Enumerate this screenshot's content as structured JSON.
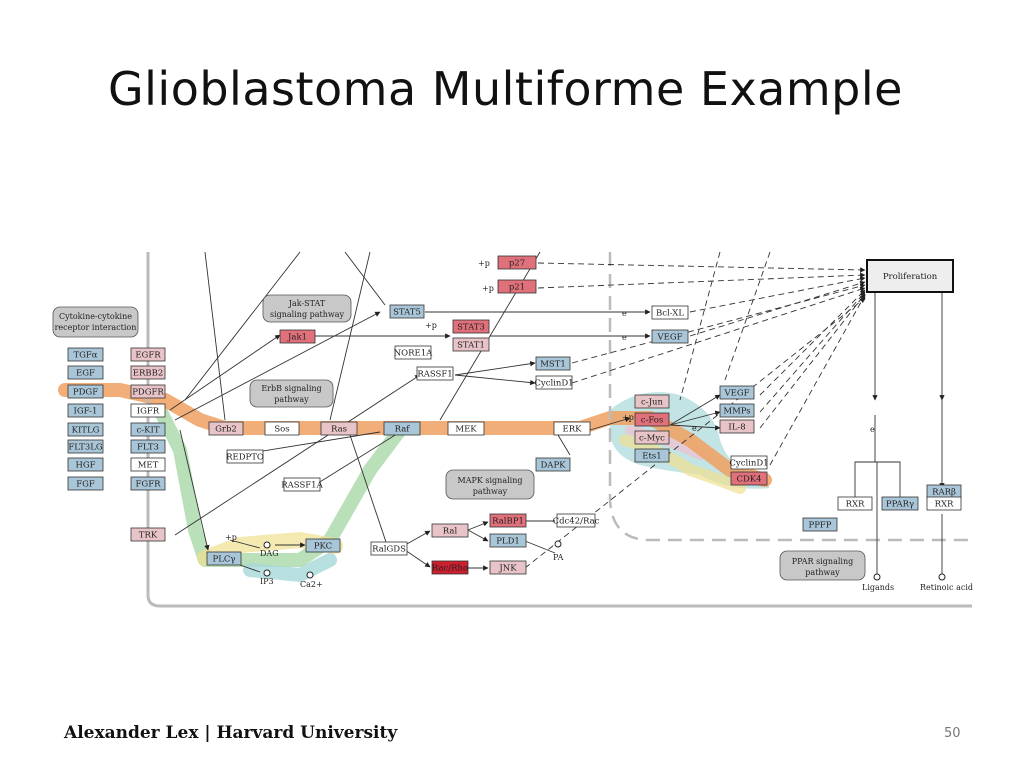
{
  "slide": {
    "title": "Glioblastoma Multiforme Example",
    "footer": "Alexander Lex  |  Harvard University",
    "page_number": "50"
  },
  "colors": {
    "gene_blue": "#a9c6d8",
    "gene_pink": "#e8c4c8",
    "gene_red": "#e0707a",
    "gene_darkred": "#cc2030",
    "gene_white": "#ffffff",
    "pathway_gray": "#c8c8c8",
    "highlight_orange": "#f0a060",
    "highlight_green": "#a8d8a8",
    "highlight_yellow": "#f0e090",
    "highlight_teal": "#a8d8d8",
    "highlight_pink": "#f0c0d0"
  },
  "pathways": {
    "cytokine": "Cytokine-cytokine receptor interaction",
    "jakstat": "Jak-STAT signaling pathway",
    "erbb": "ErbB signaling pathway",
    "mapk": "MAPK signaling pathway",
    "ppar": "PPAR signaling pathway"
  },
  "outcome": "Proliferation",
  "genes": {
    "TGFa": "TGFα",
    "EGF": "EGF",
    "PDGF": "PDGF",
    "IGF1": "IGF-1",
    "KITLG": "KITLG",
    "FLT3LG": "FLT3LG",
    "HGF": "HGF",
    "FGF": "FGF",
    "EGFR": "EGFR",
    "ERBB2": "ERBB2",
    "PDGFR": "PDGFR",
    "IGFR": "IGFR",
    "cKIT": "c-KIT",
    "FLT3": "FLT3",
    "MET": "MET",
    "FGFR": "FGFR",
    "TRK": "TRK",
    "Jak1": "Jak1",
    "STAT5": "STAT5",
    "STAT3": "STAT3",
    "STAT1": "STAT1",
    "NORE1A": "NORE1A",
    "RASSF1": "RASSF1",
    "MST1": "MST1",
    "CyclinD1a": "CyclinD1",
    "p27": "p27",
    "p21": "p21",
    "BclXL": "Bcl-XL",
    "VEGFa": "VEGF",
    "Grb2": "Grb2",
    "Sos": "Sos",
    "Ras": "Ras",
    "Raf": "Raf",
    "MEK": "MEK",
    "ERK": "ERK",
    "DAPK": "DAPK",
    "REDPTO": "REDPTO",
    "RASSF1A": "RASSF1A",
    "cJun": "c-Jun",
    "cFos": "c-Fos",
    "cMyc": "c-Myc",
    "Ets1": "Ets1",
    "VEGFb": "VEGF",
    "MMPs": "MMPs",
    "IL8": "IL-8",
    "CyclinD1b": "CyclinD1",
    "CDK4": "CDK4",
    "PLCy": "PLCγ",
    "PKC": "PKC",
    "RalGDS": "RalGDS",
    "Ral": "Ral",
    "RalBP1": "RalBP1",
    "Cdc42Rac": "Cdc42/Rac",
    "PLD1": "PLD1",
    "RacRho": "Rac/Rho",
    "JNK": "JNK",
    "RXRa": "RXR",
    "PPARy": "PPARγ",
    "RARB": "RARβ",
    "RXRb": "RXR",
    "PPFP": "PPFP"
  },
  "labels": {
    "plus_p": "+p",
    "dag": "DAG",
    "ip3": "IP3",
    "ca2": "Ca2+",
    "pa": "PA",
    "ligands": "Ligands",
    "retinoic_acid": "Retinoic acid",
    "e": "e"
  }
}
